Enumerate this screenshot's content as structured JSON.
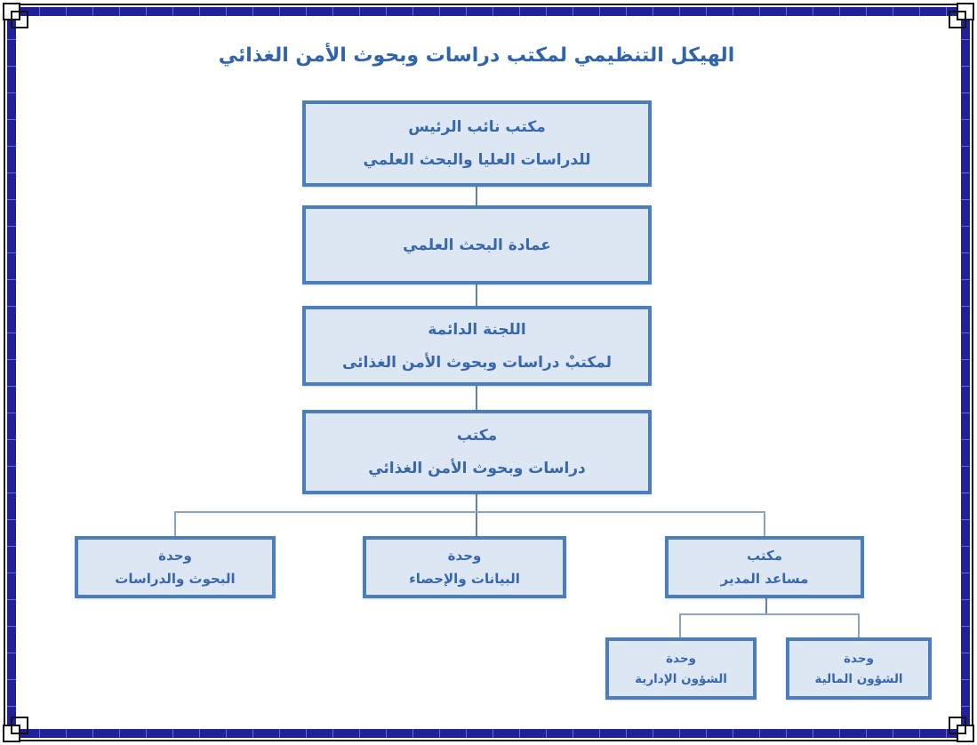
{
  "page": {
    "title": "الهيكل التنظيمي لمكتب دراسات وبحوث الأمن الغذائي"
  },
  "colors": {
    "frame_navy": "#20209b",
    "frame_outline_black": "#1b1b1b",
    "box_fill": "#dde7f3",
    "box_border": "#4a7ebc",
    "text_blue": "#3767ac",
    "connector_dark": "#5b84b8",
    "connector_light": "#8aa4c8"
  },
  "org": {
    "vp_office": {
      "line1": "مكتب نائب الرئيس",
      "line2": "للدراسات العليا والبحث العلمي"
    },
    "deanship": {
      "line1": "عمادة البحث العلمي"
    },
    "committee": {
      "line1": "اللجنة الدائمة",
      "line2": "لمكتبْ دراسات وبحوث الأمن الغذائى"
    },
    "office": {
      "line1": "مكتب",
      "line2": "دراسات وبحوث الأمن الغذائي"
    },
    "unit_research": {
      "line1": "وحدة",
      "line2": "البحوث والدراسات"
    },
    "unit_data": {
      "line1": "وحدة",
      "line2": "البيانات والإحصاء"
    },
    "assistant_office": {
      "line1": "مكتب",
      "line2": "مساعد المدير"
    },
    "unit_admin": {
      "line1": "وحدة",
      "line2": "الشؤون الإدارية"
    },
    "unit_finance": {
      "line1": "وحدة",
      "line2": "الشؤون المالية"
    }
  }
}
